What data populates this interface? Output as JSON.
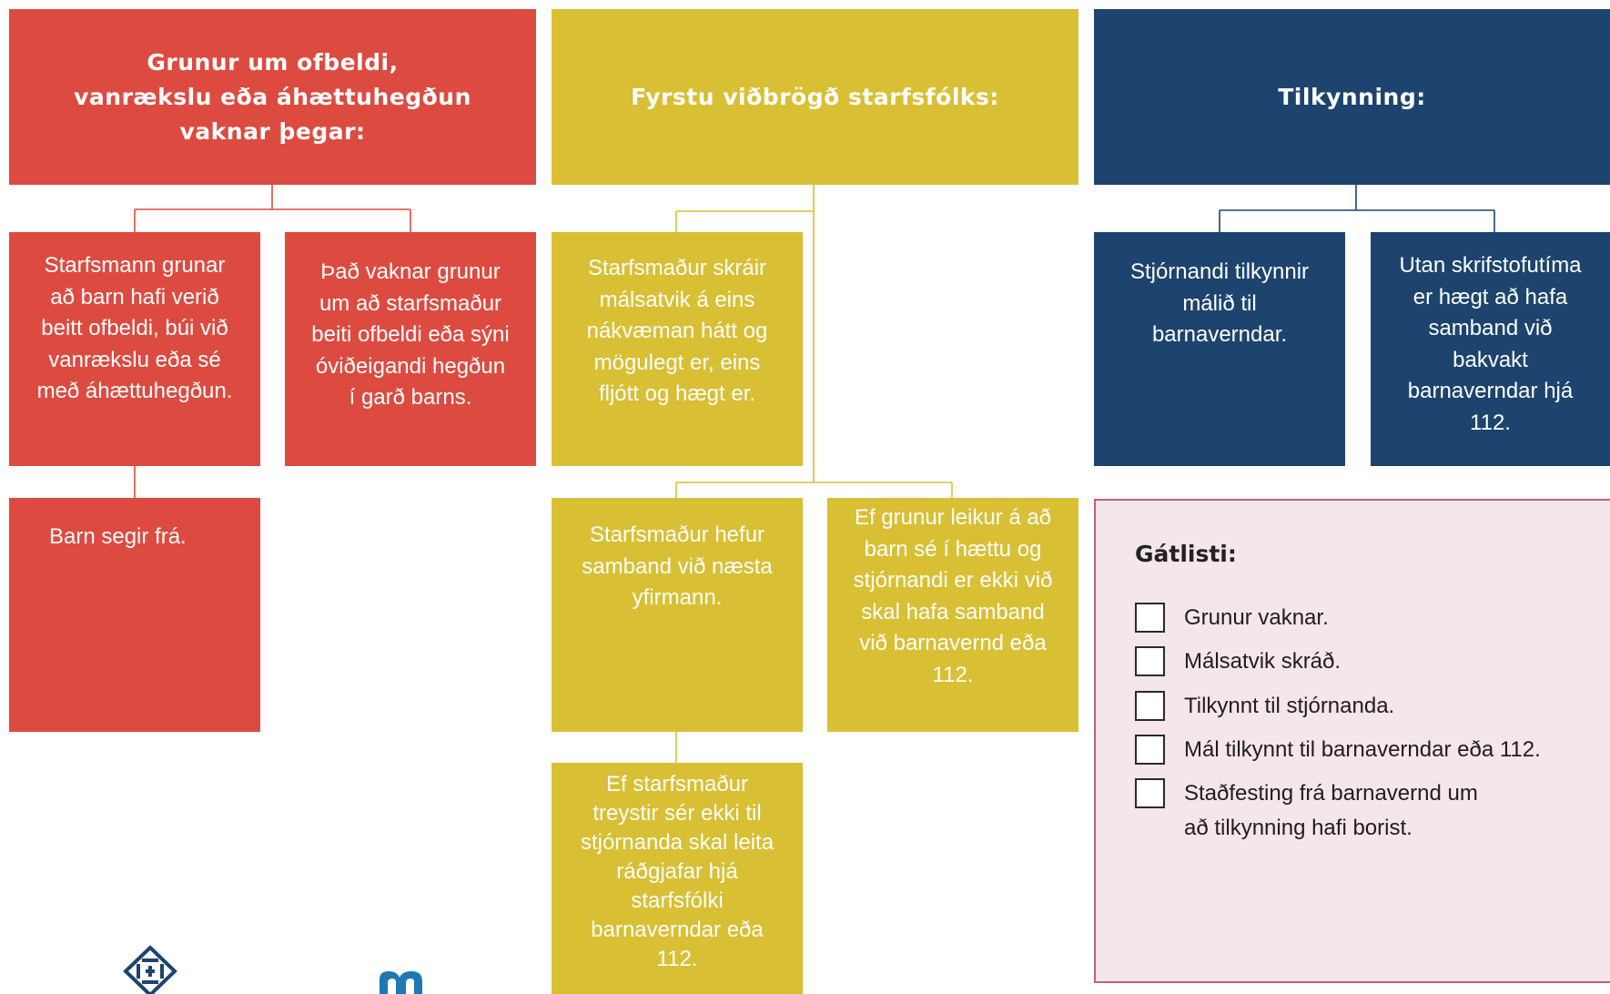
{
  "columns": {
    "suspicion": {
      "header": "Grunur um ofbeldi,\nvanrækslu eða áhættuhegðun\nvaknar þegar:",
      "cards": [
        "Starfsmann grunar\nað barn hafi verið\nbeitt ofbeldi, búi við\nvanrækslu eða sé\nmeð áhættuhegðun.",
        "Það vaknar grunur\num að starfsmaður\nbeiti ofbeldi eða sýni\nóviðeigandi hegðun\ní garð barns.",
        "Barn segir frá."
      ]
    },
    "response": {
      "header": "Fyrstu viðbrögð starfsfólks:",
      "cards": [
        "Starfsmaður skráir\nmálsatvik á eins\nnákvæman hátt og\nmögulegt er, eins\nfljótt og hægt er.",
        "Starfsmaður hefur\nsamband við næsta\nyfirmann.",
        "Ef grunur leikur á að\nbarn sé í hættu og\nstjórnandi er ekki við\nskal hafa samband\nvið barnavernd eða\n112.",
        "Ef starfsmaður\ntreystir sér ekki til\nstjórnanda skal leita\nráðgjafar hjá\nstarfsfólki\nbarnaverndar eða\n112."
      ]
    },
    "report": {
      "header": "Tilkynning:",
      "cards": [
        "Stjórnandi tilkynnir\nmálið til\nbarnaverndar.",
        "Utan skrifstofutíma\ner hægt að hafa\nsamband við\nbakvakt\nbarnaverndar hjá\n112."
      ]
    }
  },
  "checklist": {
    "title": "Gátlisti:",
    "items": [
      "Grunur vaknar.",
      "Málsatvik skráð.",
      "Tilkynnt til stjórnanda.",
      "Mál tilkynnt til barnaverndar eða 112.",
      "Staðfesting frá barnavernd um\nað tilkynning hafi borist."
    ]
  },
  "colors": {
    "red": "#dd4b40",
    "yellow": "#d9bf34",
    "navy": "#1d446e",
    "checklist_bg": "#f5e6ea",
    "checklist_border": "#c2607f"
  },
  "logos": [
    "church-cross-logo-icon",
    "m-letter-logo-icon"
  ]
}
